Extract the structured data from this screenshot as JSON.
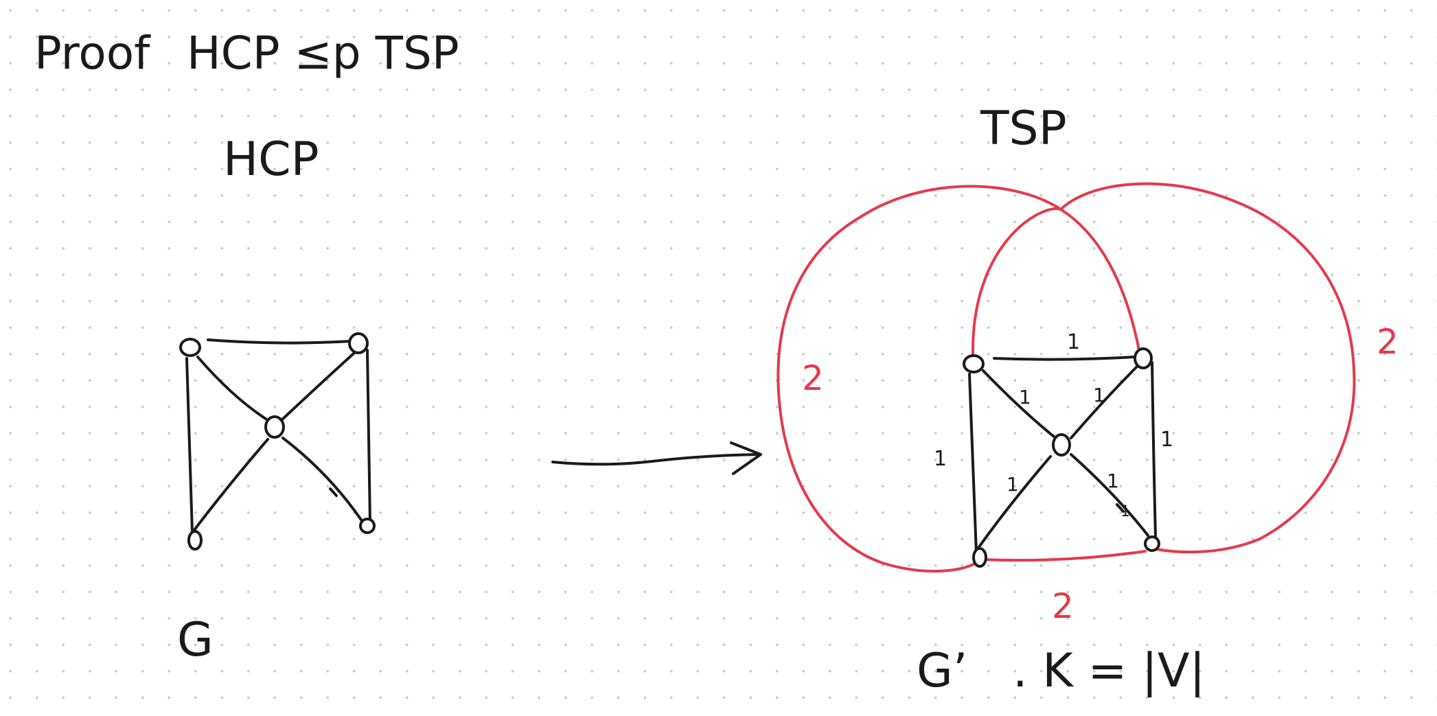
{
  "heading": {
    "prefix": "Proof",
    "statement": "HCP ≤p TSP"
  },
  "left_graph": {
    "title": "HCP",
    "name": "G"
  },
  "right_graph": {
    "title": "TSP",
    "name": "G’",
    "condition": ". K = |V|",
    "edge_weight_labels": [
      "1",
      "1",
      "1",
      "1",
      "1",
      "1",
      "1",
      "1"
    ],
    "added_edge_weight_labels": [
      "2",
      "2",
      "2"
    ]
  },
  "colors": {
    "ink": "#1a1a1a",
    "added_edges": "#e53a4a",
    "grid_dots": "#c9c9c9"
  }
}
